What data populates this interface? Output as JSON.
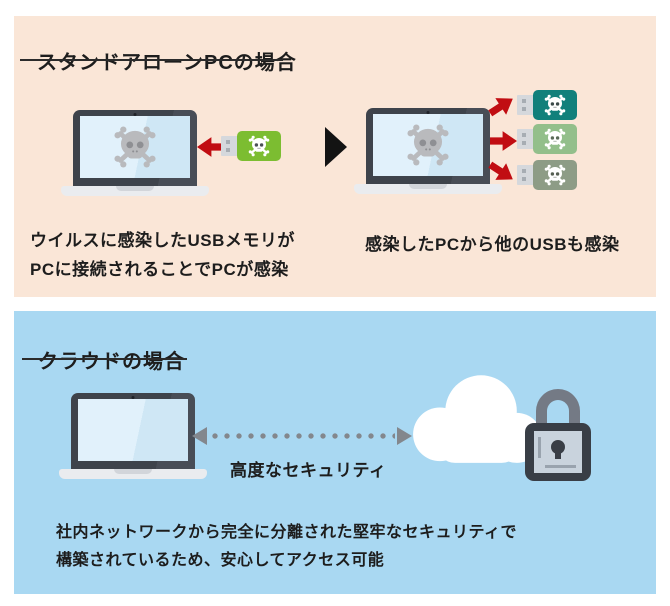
{
  "sections": {
    "standalone": {
      "title": "スタンドアローンPCの場合",
      "caption_left_line1": "ウイルスに感染したUSBメモリが",
      "caption_left_line2": "PCに接続されることでPCが感染",
      "caption_right": "感染したPCから他のUSBも感染"
    },
    "cloud": {
      "title": "クラウドの場合",
      "connection_label": "高度なセキュリティ",
      "caption_line1": "社内ネットワークから完全に分離された堅牢なセキュリティで",
      "caption_line2": "構築されているため、安心してアクセス可能"
    }
  },
  "icons": {
    "infected_screen": "skull-crossbones-icon",
    "usb_memory": "usb-stick-icon",
    "pc": "laptop-icon",
    "cloud_service": "cloud-icon",
    "security": "padlock-icon",
    "infection_arrow": "red-arrow-icon",
    "flow_step": "black-triangle-icon",
    "secure_link": "dotted-double-arrow-icon"
  },
  "colors": {
    "standalone_panel_bg": "#fae6d7",
    "cloud_panel_bg": "#a9d8f2",
    "text": "#1d1d1d",
    "laptop_frame": "#3e434b",
    "laptop_screen": "#d8ecf8",
    "laptop_base": "#eaecef",
    "skull_gray": "#b9babd",
    "infection_red": "#c10d12",
    "usb_green": "#7cbd31",
    "usb_teal": "#11807b",
    "usb_light_green": "#93bf8b",
    "usb_sage": "#8d9c86",
    "usb_plug": "#d5d8dc",
    "cloud_white": "#ffffff",
    "lock_body": "#393e46",
    "lock_shackle": "#747a85",
    "lock_panel": "#c9d3dd",
    "dotted_link": "#83878d"
  }
}
